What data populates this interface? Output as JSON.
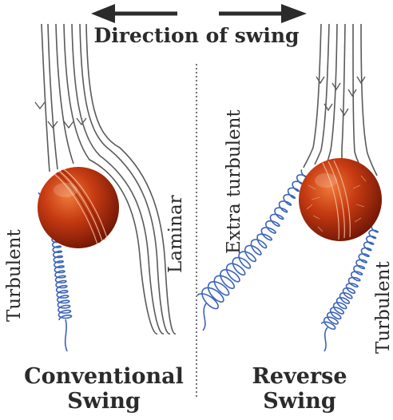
{
  "title": "Direction of swing",
  "left_panel": {
    "name_line1": "Conventional",
    "name_line2": "Swing",
    "label_left": "Turbulent",
    "label_right": "Laminar"
  },
  "right_panel": {
    "name_line1": "Reverse",
    "name_line2": "Swing",
    "label_left": "Extra turbulent",
    "label_right": "Turbulent"
  },
  "colors": {
    "flow_line": "#5a5a5a",
    "turbulence_coil": "#3b64b8",
    "ball_red": "#c63b12",
    "ball_dark": "#7e1a06",
    "ball_light": "#e8632c",
    "arrow": "#2b2b2b",
    "text": "#2b2b2b"
  }
}
